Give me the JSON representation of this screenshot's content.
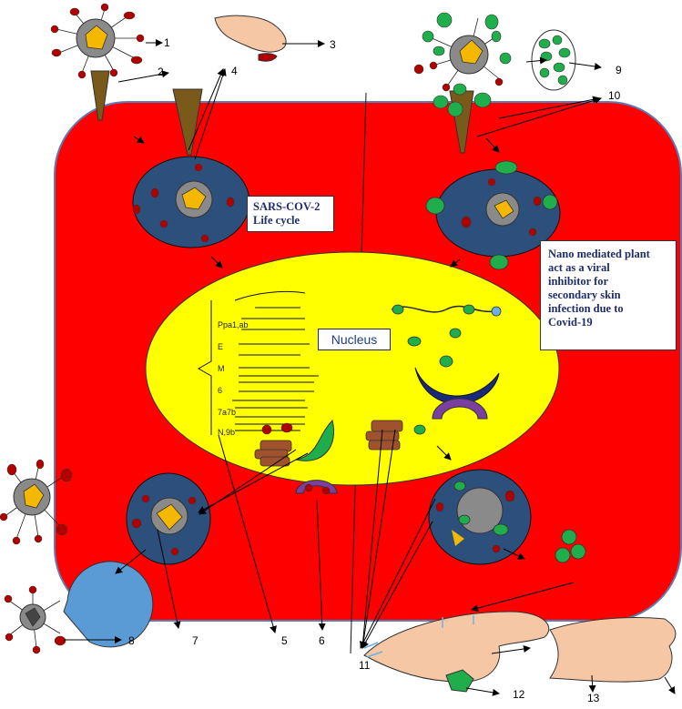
{
  "callouts": {
    "n1": "1",
    "n2": "2",
    "n3": "3",
    "n4": "4",
    "n5": "5",
    "n6": "6",
    "n7": "7",
    "n8": "8",
    "n9": "9",
    "n10": "10",
    "n11": "11",
    "n12": "12",
    "n13": "13"
  },
  "left_box": {
    "line1": "SARS-COV-2",
    "line2": "Life cycle"
  },
  "right_box": {
    "line1": "Nano mediated plant",
    "line2": "act as a viral",
    "line3": "inhibitor for",
    "line4": "secondary skin",
    "line5": "infection due to",
    "line6": "Covid-19"
  },
  "nucleus_label": "Nucleus",
  "genes": [
    "Ppa1,ab",
    "E",
    "M",
    "6",
    "7a7b",
    "N,9b"
  ],
  "colors": {
    "cell": "#ff0000",
    "cell_border": "#5b7fb5",
    "nucleus": "#ffff00",
    "vesicle": "#2d4f7c",
    "virus_core": "#8a8a8a",
    "virus_rna": "#f5b800",
    "spike": "#b00000",
    "nanoparticle": "#1fae4b",
    "ribosome": "#a0522d",
    "er_dark": "#1a2a7a",
    "golgi": "#7b3fa0",
    "pacman": "#5b9bd5",
    "skin": "#f6c7a4",
    "syringe": "#7a5a1a"
  }
}
